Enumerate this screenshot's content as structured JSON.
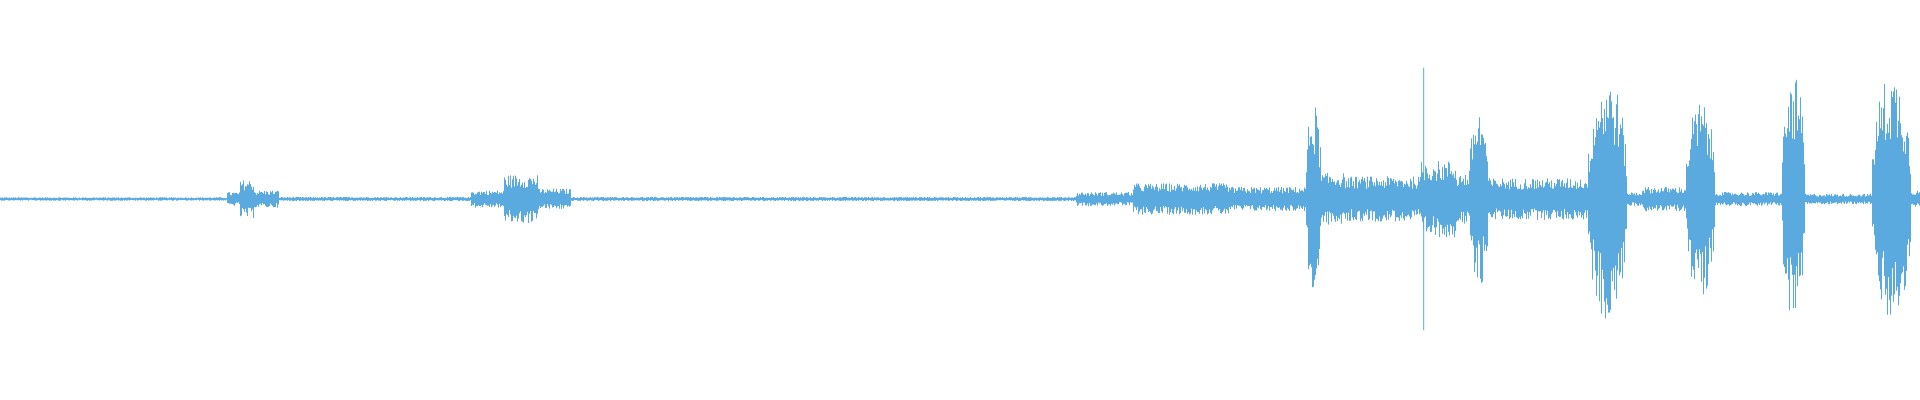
{
  "waveform": {
    "color": "#5aaae0",
    "background": "#ffffff",
    "amplitude_scale": [
      -1,
      1
    ],
    "segments": [
      {
        "start": 0.0,
        "end": 0.118,
        "amp": 0.01
      },
      {
        "start": 0.118,
        "end": 0.125,
        "amp": 0.04
      },
      {
        "start": 0.125,
        "end": 0.132,
        "amp": 0.11
      },
      {
        "start": 0.132,
        "end": 0.145,
        "amp": 0.05
      },
      {
        "start": 0.145,
        "end": 0.245,
        "amp": 0.012
      },
      {
        "start": 0.245,
        "end": 0.262,
        "amp": 0.05
      },
      {
        "start": 0.262,
        "end": 0.28,
        "amp": 0.14
      },
      {
        "start": 0.28,
        "end": 0.297,
        "amp": 0.06
      },
      {
        "start": 0.297,
        "end": 0.56,
        "amp": 0.012
      },
      {
        "start": 0.56,
        "end": 0.59,
        "amp": 0.04
      },
      {
        "start": 0.59,
        "end": 0.64,
        "amp": 0.09
      },
      {
        "start": 0.64,
        "end": 0.68,
        "amp": 0.07
      },
      {
        "start": 0.68,
        "end": 0.688,
        "amp": 0.55
      },
      {
        "start": 0.688,
        "end": 0.7,
        "amp": 0.15
      },
      {
        "start": 0.7,
        "end": 0.74,
        "amp": 0.13
      },
      {
        "start": 0.74,
        "end": 0.758,
        "amp": 0.22
      },
      {
        "start": 0.758,
        "end": 0.765,
        "amp": 0.15
      },
      {
        "start": 0.765,
        "end": 0.775,
        "amp": 0.52
      },
      {
        "start": 0.775,
        "end": 0.827,
        "amp": 0.12
      },
      {
        "start": 0.827,
        "end": 0.847,
        "amp": 0.7
      },
      {
        "start": 0.847,
        "end": 0.855,
        "amp": 0.04
      },
      {
        "start": 0.855,
        "end": 0.878,
        "amp": 0.07
      },
      {
        "start": 0.878,
        "end": 0.893,
        "amp": 0.56
      },
      {
        "start": 0.893,
        "end": 0.928,
        "amp": 0.04
      },
      {
        "start": 0.928,
        "end": 0.94,
        "amp": 0.7
      },
      {
        "start": 0.94,
        "end": 0.975,
        "amp": 0.03
      },
      {
        "start": 0.975,
        "end": 0.995,
        "amp": 0.72
      },
      {
        "start": 0.995,
        "end": 1.0,
        "amp": 0.05
      }
    ],
    "spikes": [
      {
        "pos": 0.7415,
        "amp": 0.75
      }
    ]
  }
}
